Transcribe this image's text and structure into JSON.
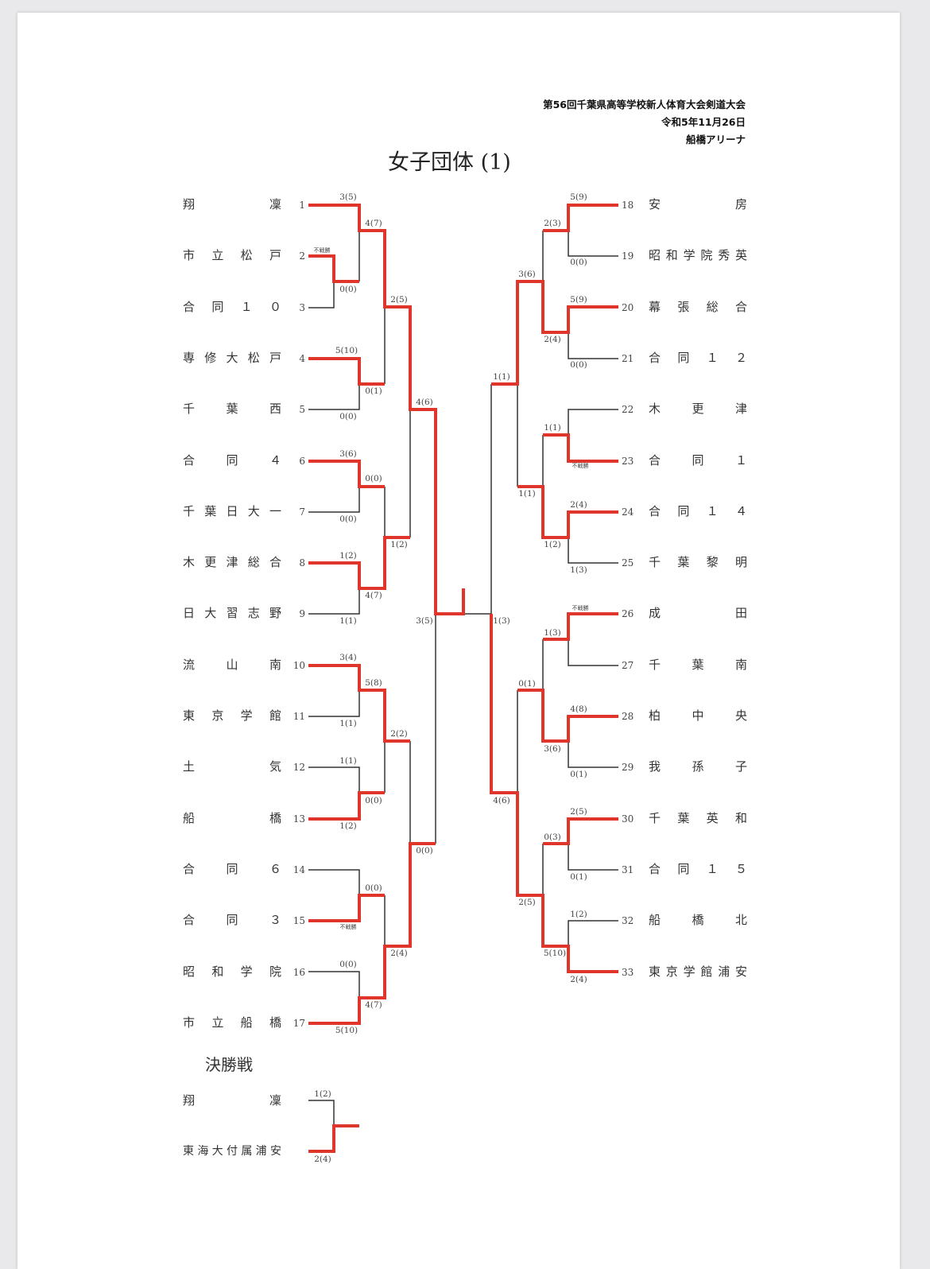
{
  "header": {
    "event": "第56回千葉県高等学校新人体育大会剣道大会",
    "date": "令和5年11月26日",
    "venue": "船橋アリーナ",
    "title": "女子団体 (1)"
  },
  "colors": {
    "winner_line": "#e0352b",
    "loser_line": "#333333"
  },
  "left_teams": [
    {
      "no": "1",
      "name": "翔凜"
    },
    {
      "no": "2",
      "name": "市立松戸"
    },
    {
      "no": "3",
      "name": "合同１０"
    },
    {
      "no": "4",
      "name": "専修大松戸"
    },
    {
      "no": "5",
      "name": "千葉西"
    },
    {
      "no": "6",
      "name": "合同４"
    },
    {
      "no": "7",
      "name": "千葉日大一"
    },
    {
      "no": "8",
      "name": "木更津総合"
    },
    {
      "no": "9",
      "name": "日大習志野"
    },
    {
      "no": "10",
      "name": "流山南"
    },
    {
      "no": "11",
      "name": "東京学館"
    },
    {
      "no": "12",
      "name": "土気"
    },
    {
      "no": "13",
      "name": "船橋"
    },
    {
      "no": "14",
      "name": "合同６"
    },
    {
      "no": "15",
      "name": "合同３"
    },
    {
      "no": "16",
      "name": "昭和学院"
    },
    {
      "no": "17",
      "name": "市立船橋"
    }
  ],
  "right_teams": [
    {
      "no": "18",
      "name": "安房"
    },
    {
      "no": "19",
      "name": "昭和学院秀英"
    },
    {
      "no": "20",
      "name": "幕張総合"
    },
    {
      "no": "21",
      "name": "合同１２"
    },
    {
      "no": "22",
      "name": "木更津"
    },
    {
      "no": "23",
      "name": "合同１"
    },
    {
      "no": "24",
      "name": "合同１４"
    },
    {
      "no": "25",
      "name": "千葉黎明"
    },
    {
      "no": "26",
      "name": "成田"
    },
    {
      "no": "27",
      "name": "千葉南"
    },
    {
      "no": "28",
      "name": "柏中央"
    },
    {
      "no": "29",
      "name": "我孫子"
    },
    {
      "no": "30",
      "name": "千葉英和"
    },
    {
      "no": "31",
      "name": "合同１５"
    },
    {
      "no": "32",
      "name": "船橋北"
    },
    {
      "no": "33",
      "name": "東京学館浦安"
    }
  ],
  "left_scores": [
    "3(5)",
    "4(7)",
    "不戦勝",
    "0(0)",
    "2(5)",
    "5(10)",
    "0(1)",
    "0(0)",
    "4(6)",
    "3(6)",
    "0(0)",
    "0(0)",
    "1(2)",
    "1(2)",
    "4(7)",
    "1(1)",
    "3(5)",
    "3(4)",
    "5(8)",
    "1(1)",
    "2(2)",
    "1(1)",
    "0(0)",
    "1(2)",
    "0(0)",
    "0(0)",
    "不戦勝",
    "2(4)",
    "0(0)",
    "4(7)",
    "5(10)"
  ],
  "right_scores": [
    "5(9)",
    "2(3)",
    "0(0)",
    "3(6)",
    "5(9)",
    "2(4)",
    "0(0)",
    "1(1)",
    "1(1)",
    "不戦勝",
    "1(1)",
    "2(4)",
    "1(2)",
    "1(3)",
    "1(3)",
    "不戦勝",
    "1(3)",
    "0(1)",
    "4(8)",
    "3(6)",
    "0(1)",
    "4(6)",
    "2(5)",
    "0(3)",
    "0(1)",
    "2(5)",
    "1(2)",
    "5(10)",
    "2(4)"
  ],
  "final": {
    "title": "決勝戦",
    "teams": [
      {
        "name": "翔凜",
        "score": "1(2)"
      },
      {
        "name": "東海大付属浦安",
        "score": "2(4)"
      }
    ]
  }
}
